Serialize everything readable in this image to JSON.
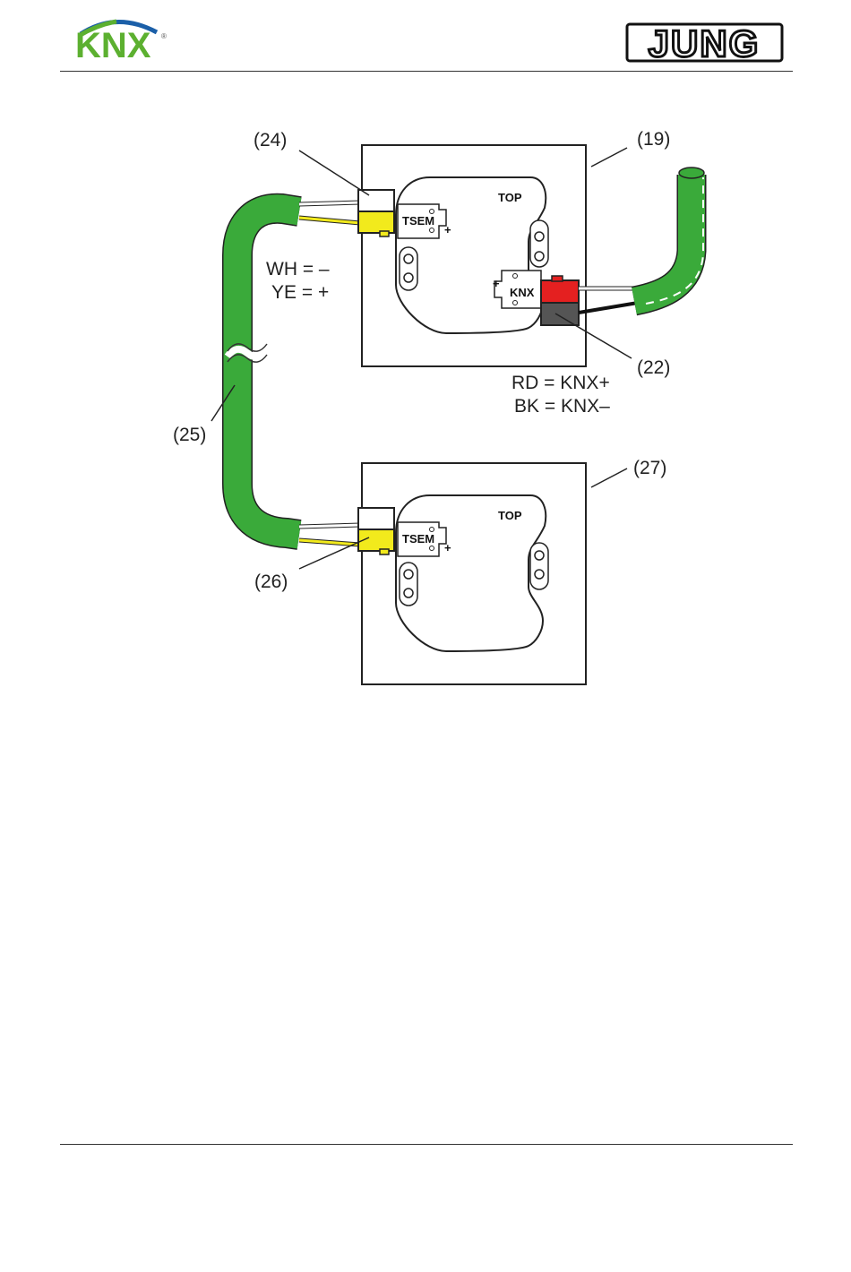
{
  "header": {
    "left_logo": "KNX",
    "right_logo": "JUNG"
  },
  "diagram": {
    "callouts": {
      "c19": "(19)",
      "c22": "(22)",
      "c24": "(24)",
      "c25": "(25)",
      "c26": "(26)",
      "c27": "(27)"
    },
    "wire_legend_top": [
      "WH = –",
      "YE = +"
    ],
    "wire_legend_bottom": [
      "RD = KNX+",
      "BK = KNX–"
    ],
    "device_upper": {
      "orientation_mark": "TOP",
      "module_label": "TSEM",
      "bus_label": "KNX"
    },
    "device_lower": {
      "orientation_mark": "TOP",
      "module_label": "TSEM"
    }
  },
  "colors": {
    "cable_green": "#3aaa3a",
    "knx_blue": "#1b5fa8",
    "knx_green": "#5cb030",
    "plug_yellow": "#f2ea1c",
    "plug_red": "#e42020",
    "plug_grey": "#555555"
  }
}
